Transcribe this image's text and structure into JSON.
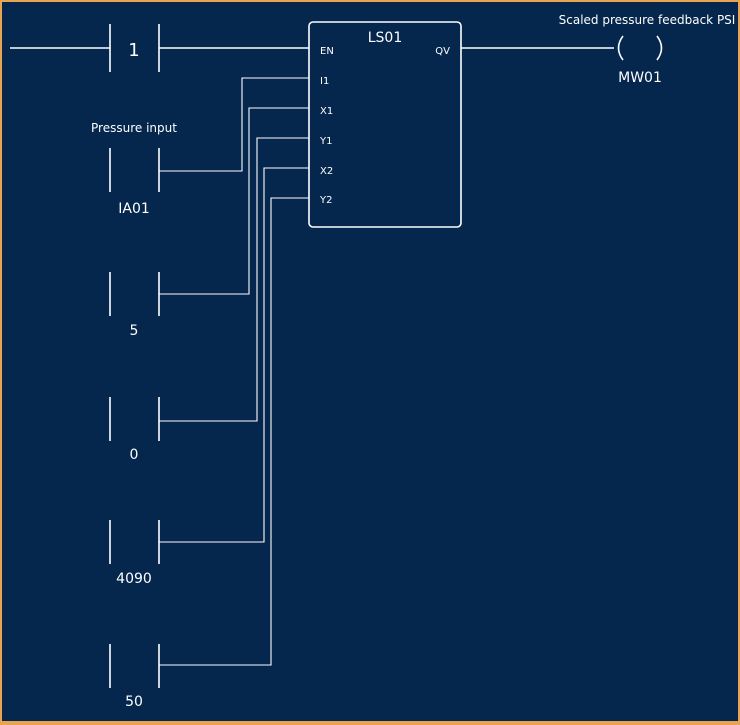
{
  "colors": {
    "background": "#05264d",
    "border": "#e8a451",
    "lines": "#ffffff"
  },
  "rung": {
    "enable_contact_value": "1",
    "output_coil": {
      "label": "Scaled pressure feedback PSI",
      "address": "MW01"
    }
  },
  "function_block": {
    "name": "LS01",
    "input_pins": [
      "EN",
      "I1",
      "X1",
      "Y1",
      "X2",
      "Y2"
    ],
    "output_pin": "QV"
  },
  "inputs": [
    {
      "label": "Pressure input",
      "value": "IA01"
    },
    {
      "label": "",
      "value": "5"
    },
    {
      "label": "",
      "value": "0"
    },
    {
      "label": "",
      "value": "4090"
    },
    {
      "label": "",
      "value": "50"
    }
  ]
}
